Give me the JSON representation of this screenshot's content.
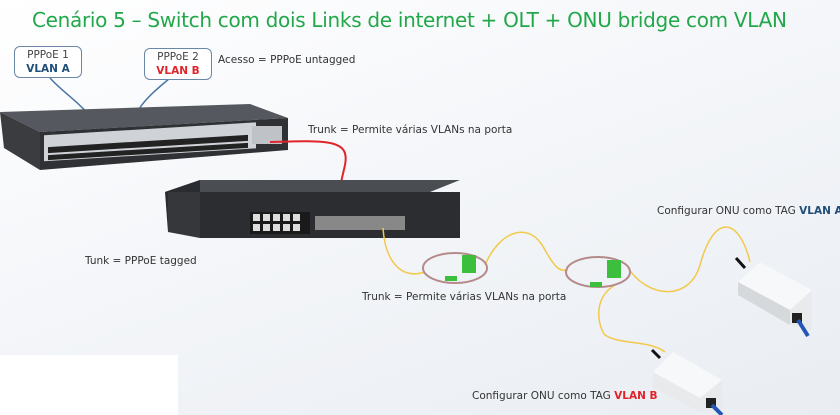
{
  "title": "Cenário 5 – Switch com dois Links de internet + OLT + ONU bridge com VLAN",
  "pppoe1": {
    "label": "PPPoE 1",
    "vlan": "VLAN A"
  },
  "pppoe2": {
    "label": "PPPoE 2",
    "vlan": "VLAN B"
  },
  "access_note": "Acesso = PPPoE untagged",
  "trunk_switch_note": "Trunk = Permite várias VLANs na porta",
  "olt_note": "Tunk = PPPoE tagged",
  "trunk_pon_note": "Trunk = Permite várias VLANs na porta",
  "onu_a": {
    "prefix": "Configurar ONU como TAG ",
    "vlan": "VLAN A"
  },
  "onu_b": {
    "prefix": "Configurar ONU como TAG ",
    "vlan": "VLAN B"
  },
  "colors": {
    "title": "#22a84a",
    "vlan_a": "#1f4e79",
    "vlan_b": "#e0242a",
    "trunk_cable": "#e0242a",
    "fiber": "#f2c94c"
  }
}
